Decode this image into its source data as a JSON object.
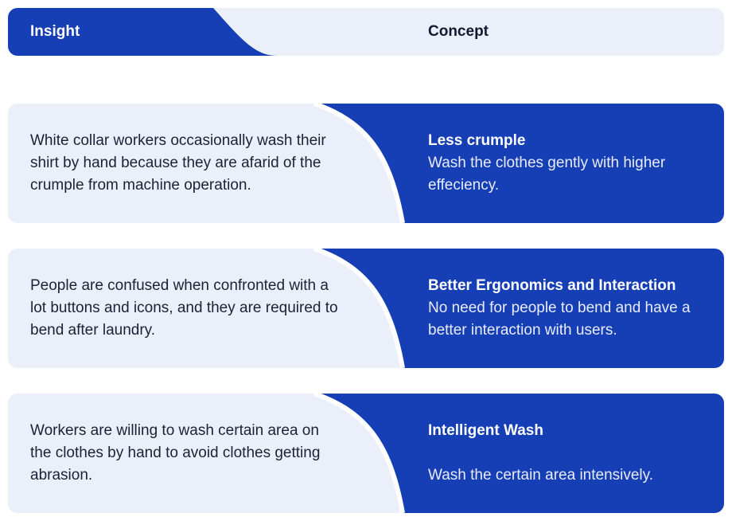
{
  "colors": {
    "accent": "#163eb5",
    "panel": "#ebeffa",
    "divider": "#ffffff"
  },
  "header": {
    "insight_label": "Insight",
    "concept_label": "Concept"
  },
  "rows": [
    {
      "insight": "White collar workers occasionally wash their shirt by hand because they are afarid of the crumple from machine operation.",
      "concept_title": "Less crumple",
      "concept_desc": "Wash the clothes gently with higher effeciency."
    },
    {
      "insight": "People are confused when confronted with a lot buttons and icons, and they are required to bend after laundry.",
      "concept_title": "Better Ergonomics and Interaction",
      "concept_desc": "No need for people to bend and have a better interaction with users."
    },
    {
      "insight": "Workers are willing to wash certain area on the clothes by hand to avoid clothes getting abrasion.",
      "concept_title": "Intelligent Wash",
      "concept_desc": "Wash the certain area intensively."
    }
  ]
}
